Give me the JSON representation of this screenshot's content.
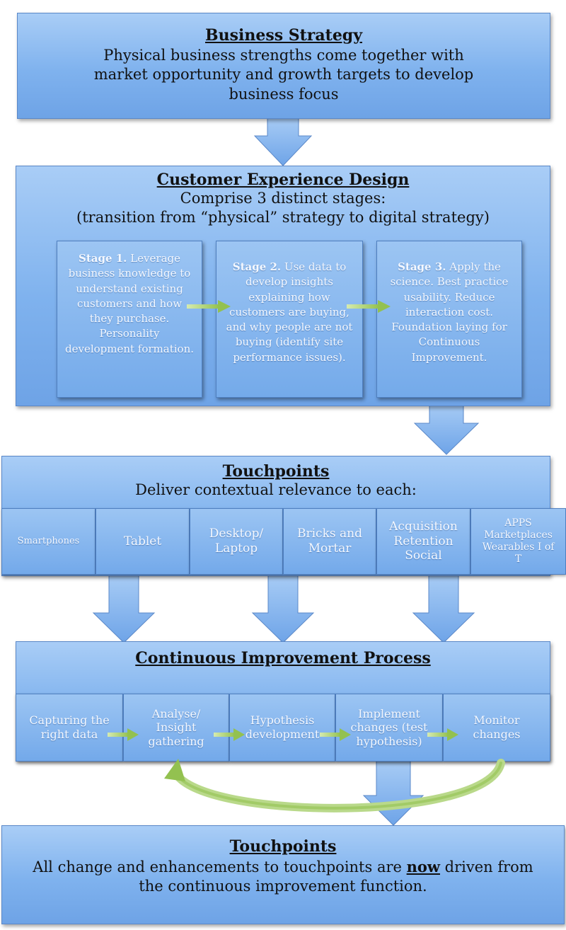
{
  "colors": {
    "box_blue": "#7fb2ee",
    "border_blue": "#5b88c8",
    "arrow_green": "#9cc45a",
    "text_light": "#f4f8ff"
  },
  "business_strategy": {
    "title": "Business Strategy",
    "lines": [
      "Physical business strengths come together with",
      "market opportunity and growth targets to develop",
      "business focus"
    ]
  },
  "cx_design": {
    "title": "Customer Experience Design",
    "lines": [
      "Comprise 3 distinct stages:",
      "(transition from “physical” strategy to digital strategy)"
    ],
    "stages": [
      {
        "label": "Stage 1.",
        "text": "Leverage business knowledge to understand existing customers and how they purchase. Personality development formation."
      },
      {
        "label": "Stage 2.",
        "text": "Use data to develop insights explaining how customers are buying, and why people are not buying (identify  site performance issues)."
      },
      {
        "label": "Stage 3.",
        "text": "Apply the science.  Best practice usability. Reduce interaction cost. Foundation laying for Continuous Improvement."
      }
    ]
  },
  "touchpoints": {
    "title": "Touchpoints",
    "subtitle": "Deliver contextual relevance to each:",
    "items": [
      "Smartphones",
      "Tablet",
      "Desktop/ Laptop",
      "Bricks and Mortar",
      "Acquisition Retention Social",
      "APPS Marketplaces Wearables I of T"
    ]
  },
  "cip": {
    "title": "Continuous Improvement Process",
    "steps": [
      "Capturing the right data",
      "Analyse/ Insight gathering",
      "Hypothesis development",
      "Implement changes (test hypothesis)",
      "Monitor changes"
    ]
  },
  "touchpoints_final": {
    "title": "Touchpoints",
    "line1_pre": "All change and enhancements to touchpoints are ",
    "line1_em": "now",
    "line1_post": " driven from",
    "line2": "the continuous improvement function."
  }
}
